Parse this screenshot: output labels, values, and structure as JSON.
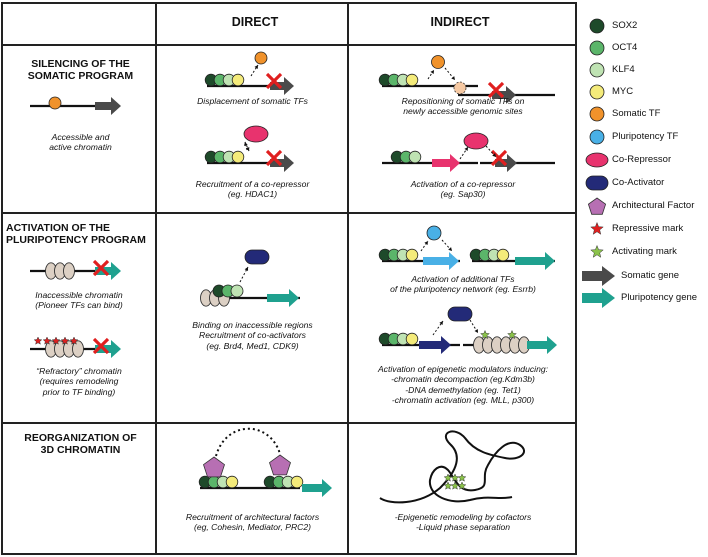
{
  "headers": {
    "direct": "DIRECT",
    "indirect": "INDIRECT"
  },
  "rows": {
    "silencing": {
      "title": [
        "SILENCING OF THE",
        "SOMATIC PROGRAM"
      ],
      "left": [
        "Accessible and",
        "active chromatin"
      ],
      "direct": [
        [
          "Displacement of somatic TFs"
        ],
        [
          "Recruitment of a co-repressor",
          "(eg. HDAC1)"
        ]
      ],
      "indirect": [
        [
          "Repositioning of somatic TFs on",
          "newly accessible genomic sites"
        ],
        [
          "Activation of a co-repressor",
          "(eg. Sap30)"
        ]
      ]
    },
    "activation": {
      "title": [
        "ACTIVATION OF THE",
        "PLURIPOTENCY PROGRAM"
      ],
      "left_a": [
        "Inaccessible chromatin",
        "(Pioneer TFs can bind)"
      ],
      "left_b": [
        "“Refractory” chromatin",
        "(requires remodeling",
        "prior to TF binding)"
      ],
      "direct": [
        "Binding on inaccessible regions",
        "Recruitment of co-activators",
        "(eg. Brd4, Med1, CDK9)"
      ],
      "indirect_a": [
        "Activation of additional TFs",
        "of the pluripotency network (eg. Esrrb)"
      ],
      "indirect_b": [
        "Activation of epigenetic modulators inducing:",
        "-chromatin decompaction (eg.Kdm3b)",
        "-DNA demethylation (eg. Tet1)",
        "-chromatin activation (eg. MLL, p300)"
      ]
    },
    "reorg": {
      "title": [
        "REORGANIZATION OF",
        "3D CHROMATIN"
      ],
      "direct": [
        "Recruitment of architectural factors",
        "(eg, Cohesin, Mediator, PRC2)"
      ],
      "indirect": [
        "-Epigenetic remodeling by cofactors",
        "-Liquid phase separation"
      ]
    }
  },
  "legend": [
    {
      "label": "SOX2",
      "icon": "sox2-circle",
      "color": "#1e4a2a"
    },
    {
      "label": "OCT4",
      "icon": "oct4-circle",
      "color": "#5bb56a"
    },
    {
      "label": "KLF4",
      "icon": "klf4-circle",
      "color": "#bfe3b3"
    },
    {
      "label": "MYC",
      "icon": "myc-circle",
      "color": "#f4eb7a"
    },
    {
      "label": "Somatic TF",
      "icon": "somatic-tf-circle",
      "color": "#f0922b"
    },
    {
      "label": "Pluripotency TF",
      "icon": "pluripotency-tf-circle",
      "color": "#49b0e6"
    },
    {
      "label": "Co-Repressor",
      "icon": "co-repressor-ellipse",
      "color": "#e8336e"
    },
    {
      "label": "Co-Activator",
      "icon": "co-activator-pill",
      "color": "#232a78"
    },
    {
      "label": "Architectural Factor",
      "icon": "pentagon",
      "color": "#b76fb3"
    },
    {
      "label": "Repressive mark",
      "icon": "red-star",
      "color": "#e02020"
    },
    {
      "label": "Activating mark",
      "icon": "green-star",
      "color": "#8bc34a"
    },
    {
      "label": "Somatic gene",
      "icon": "dark-arrow",
      "color": "#4a4a4a"
    },
    {
      "label": "Pluripotency gene",
      "icon": "teal-arrow",
      "color": "#1fa18f"
    }
  ]
}
